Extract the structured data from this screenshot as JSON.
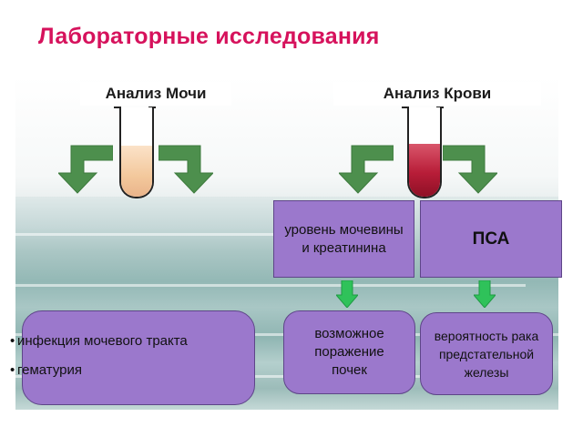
{
  "title": "Лабораторные исследования",
  "urine": {
    "heading": "Анализ Мочи",
    "items": [
      "инфекция мочевого  тракта",
      "гематурия"
    ]
  },
  "blood": {
    "heading": "Анализ Крови",
    "box_urea": "уровень мочевины и креатинина",
    "box_psa": "ПСА",
    "result_kidney": "возможное поражение почек",
    "result_cancer": "вероятность рака предстательной железы"
  },
  "colors": {
    "title": "#d6125c",
    "box_fill": "#9b78cc",
    "arrow_dark": "#4d8f4d",
    "arrow_light": "#2fc25a",
    "urine_sample": "#f3c89c",
    "blood_sample": "#b81d38"
  }
}
